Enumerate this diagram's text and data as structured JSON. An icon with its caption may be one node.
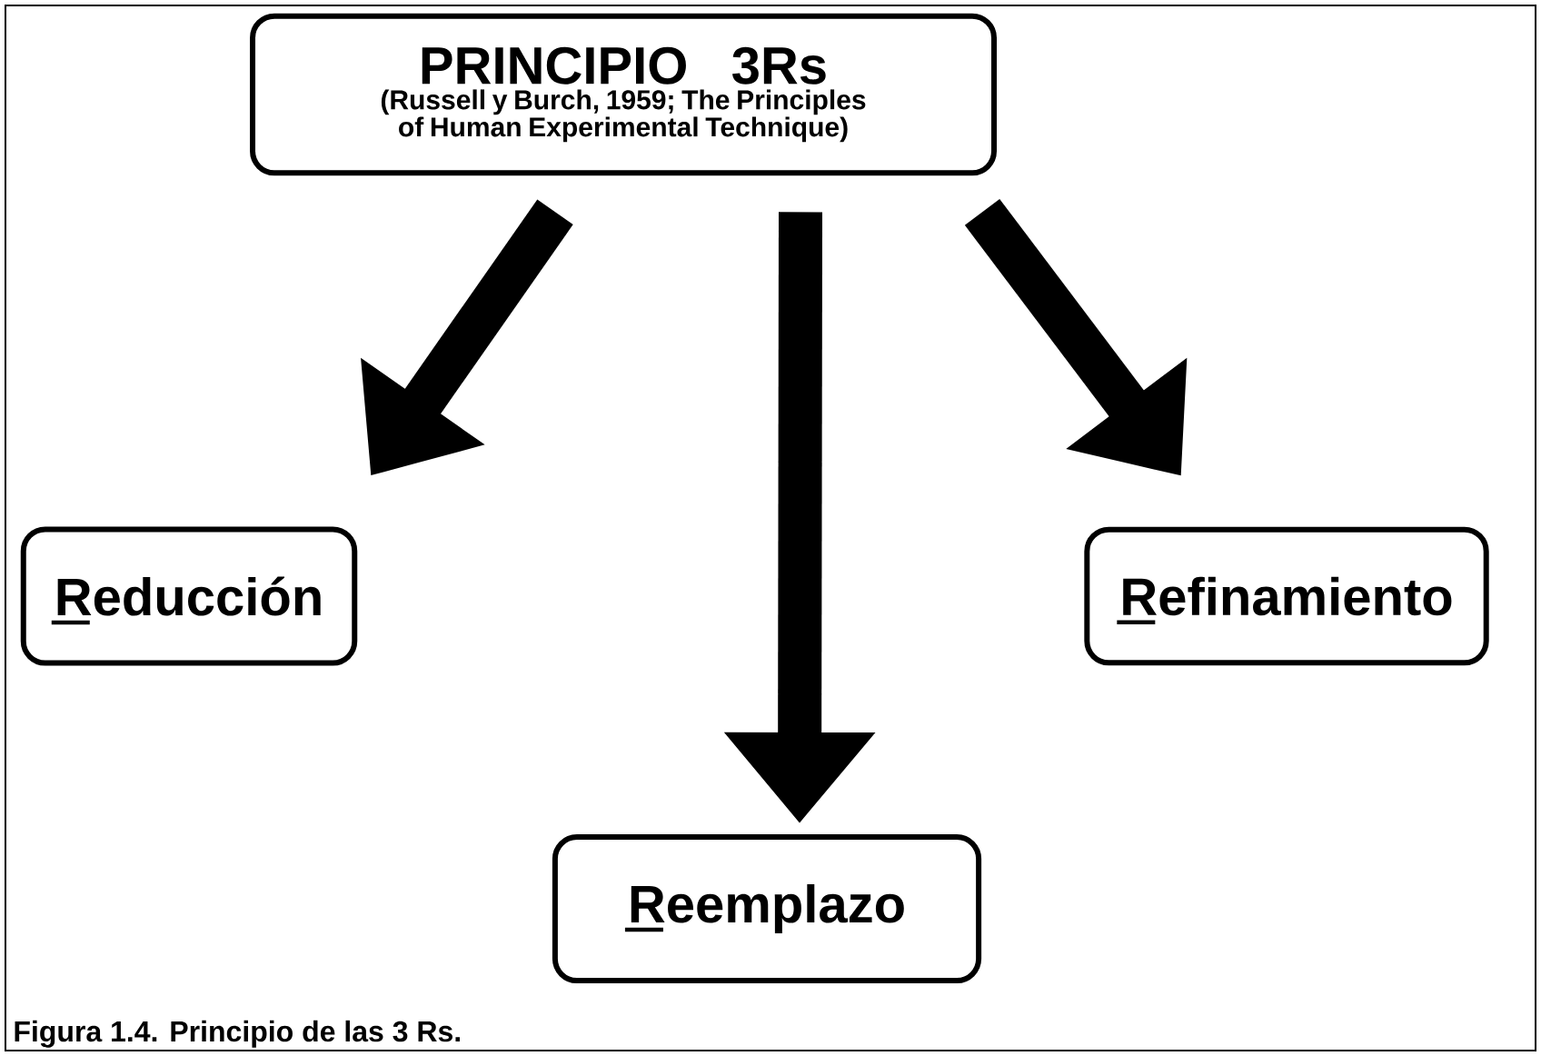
{
  "diagram": {
    "caption": "Figura 1.4. Principio de las 3 Rs.",
    "nodes": [
      {
        "text": [
          "PRINCIPIO 3Rs",
          "(Russell y Burch, 1959; The Principles of Human Experimental Technique)"
        ]
      },
      {
        "text": [
          "Reducción"
        ]
      },
      {
        "text": [
          "Refinamiento"
        ]
      },
      {
        "text": [
          "Reemplazo"
        ]
      }
    ],
    "edges": [
      {
        "from": 0,
        "to": 1,
        "arrow": "to"
      },
      {
        "from": 0,
        "to": 3,
        "arrow": "to"
      },
      {
        "from": 0,
        "to": 2,
        "arrow": "to"
      }
    ]
  }
}
